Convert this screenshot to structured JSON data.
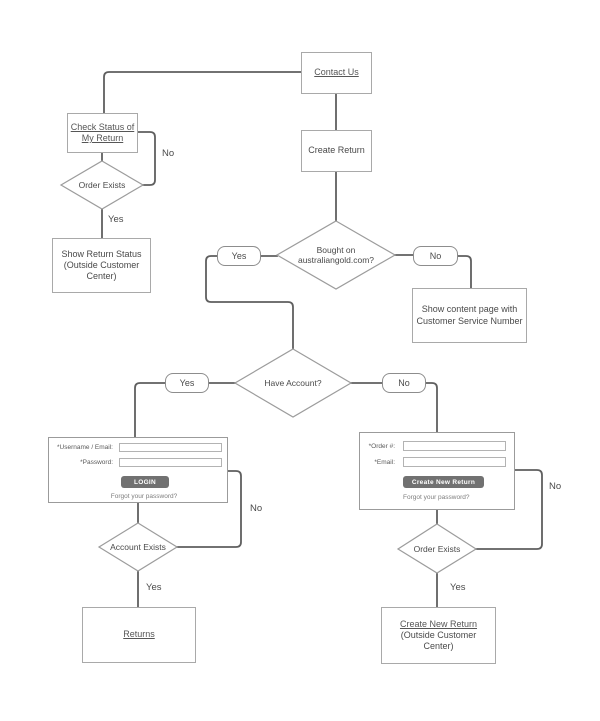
{
  "colors": {
    "wire": "#5f5f5f",
    "node_border": "#a9a9a9",
    "diamond_border": "#9c9c9c",
    "button_bg": "#717171",
    "text": "#4a4a4a"
  },
  "nodes": {
    "contact_us": {
      "label": "Contact Us"
    },
    "check_status": {
      "label": "Check Status of\nMy Return"
    },
    "create_return": {
      "label": "Create Return"
    },
    "show_return_status": {
      "label": "Show Return Status\n(Outside Customer\nCenter)"
    },
    "show_content_page": {
      "label": "Show content page with\nCustomer Service Number"
    },
    "returns": {
      "label": "Returns"
    },
    "create_new_return": {
      "link": "Create New Return",
      "sub": "(Outside Customer\nCenter)"
    }
  },
  "decisions": {
    "order_exists_top": "Order Exists",
    "bought_on_site": "Bought on\naustraliangold.com?",
    "have_account": "Have Account?",
    "account_exists": "Account Exists",
    "order_exists_bottom": "Order Exists"
  },
  "branches": {
    "status_no": "No",
    "status_yes": "Yes",
    "bought_yes": "Yes",
    "bought_no": "No",
    "account_yes": "Yes",
    "account_no": "No",
    "login_no": "No",
    "login_yes": "Yes",
    "order_no": "No",
    "order_yes": "Yes"
  },
  "login_form": {
    "username_label": "*Username / Email:",
    "username_value": "",
    "password_label": "*Password:",
    "password_value": "",
    "submit_label": "LOGIN",
    "forgot_label": "Forgot your password?"
  },
  "order_form": {
    "order_label": "*Order #:",
    "order_value": "",
    "email_label": "*Email:",
    "email_value": "",
    "submit_label": "Create New Return",
    "forgot_label": "Forgot your password?"
  }
}
